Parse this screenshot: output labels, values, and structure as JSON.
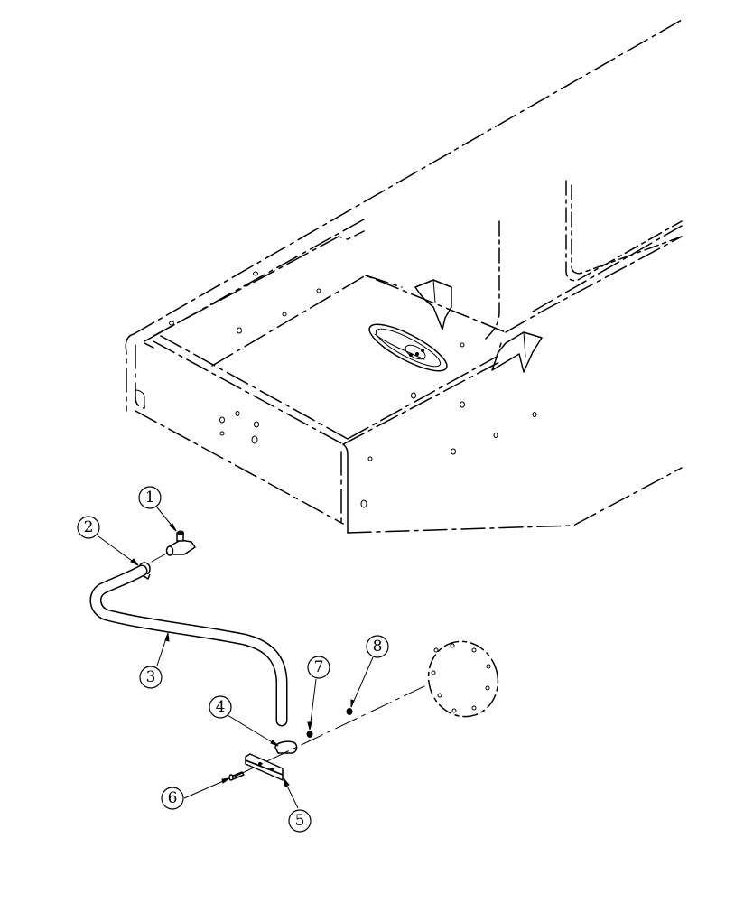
{
  "callouts": [
    {
      "id": "callout-1",
      "label": "1"
    },
    {
      "id": "callout-2",
      "label": "2"
    },
    {
      "id": "callout-3",
      "label": "3"
    },
    {
      "id": "callout-4",
      "label": "4"
    },
    {
      "id": "callout-5",
      "label": "5"
    },
    {
      "id": "callout-6",
      "label": "6"
    },
    {
      "id": "callout-7",
      "label": "7"
    },
    {
      "id": "callout-8",
      "label": "8"
    }
  ],
  "colors": {
    "line": "#000000",
    "background": "#ffffff"
  }
}
